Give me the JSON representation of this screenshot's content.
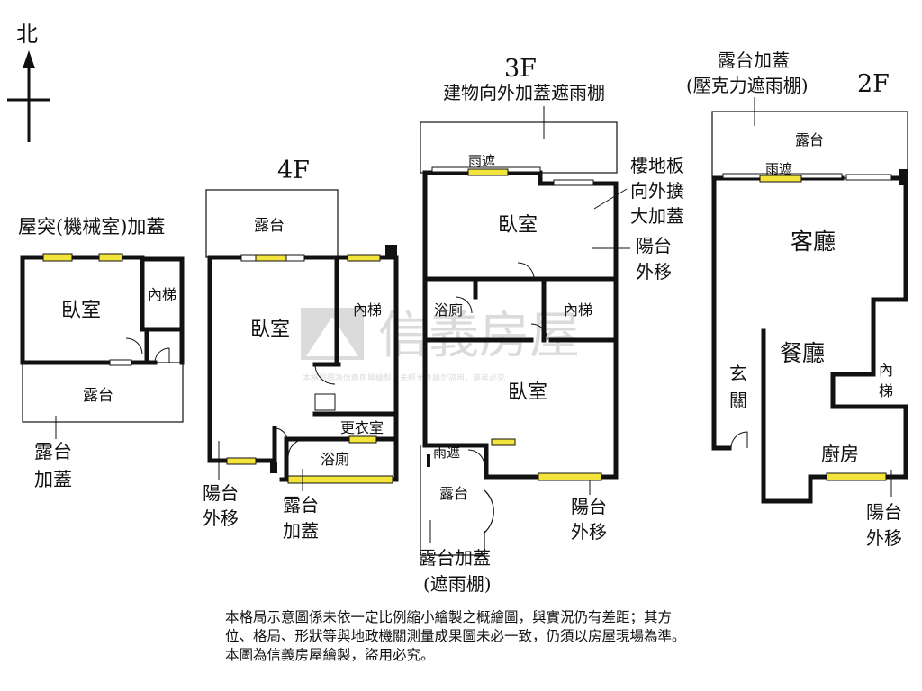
{
  "compass": {
    "north_label": "北"
  },
  "floors": {
    "roof": {
      "title": "屋突(機械室)加蓋",
      "bedroom": "臥室",
      "inner_stairs": "內梯",
      "terrace": "露台",
      "terrace_addition": [
        "露台",
        "加蓋"
      ]
    },
    "f4": {
      "title": "4F",
      "terrace": "露台",
      "bedroom": "臥室",
      "inner_stairs": "內梯",
      "dressing_room": "更衣室",
      "bathroom": "浴廁",
      "balcony_moved": [
        "陽台",
        "外移"
      ],
      "terrace_addition": [
        "露台",
        "加蓋"
      ]
    },
    "f3": {
      "title": "3F",
      "canopy_note": "建物向外加蓋遮雨棚",
      "rain_shelter_top": "雨遮",
      "bedroom_top": "臥室",
      "floor_extension": [
        "樓地板",
        "向外擴",
        "大加蓋"
      ],
      "balcony_moved_top": [
        "陽台",
        "外移"
      ],
      "bathroom": "浴廁",
      "inner_stairs": "內梯",
      "bedroom_bottom": "臥室",
      "rain_shelter_bottom": "雨遮",
      "terrace": "露台",
      "balcony_moved_bottom": [
        "陽台",
        "外移"
      ],
      "terrace_addition": [
        "露台加蓋",
        "(遮雨棚)"
      ]
    },
    "f2": {
      "title": "2F",
      "canopy_note": [
        "露台加蓋",
        "(壓克力遮雨棚)"
      ],
      "terrace": "露台",
      "rain_shelter": "雨遮",
      "living_room": "客廳",
      "dining_room": "餐廳",
      "entrance": [
        "玄",
        "關"
      ],
      "inner_stairs": [
        "內",
        "梯"
      ],
      "kitchen": "廚房",
      "balcony_moved": [
        "陽台",
        "外移"
      ]
    }
  },
  "watermark": {
    "brand": "信義房屋",
    "fine_print": "本格局圖為信義房屋繪製，未經允許請勿盜用，違者必究"
  },
  "disclaimer": [
    "本格局示意圖係未依一定比例縮小繪製之概繪圖，與實況仍有差距；其方",
    "位、格局、形狀等與地政機關測量成果圖未必一致，仍須以房屋現場為準。",
    "本圖為信義房屋繪製，盜用必究。"
  ],
  "colors": {
    "wall": "#111111",
    "window": "#f2e43a",
    "watermark": "#9a9a9a"
  }
}
